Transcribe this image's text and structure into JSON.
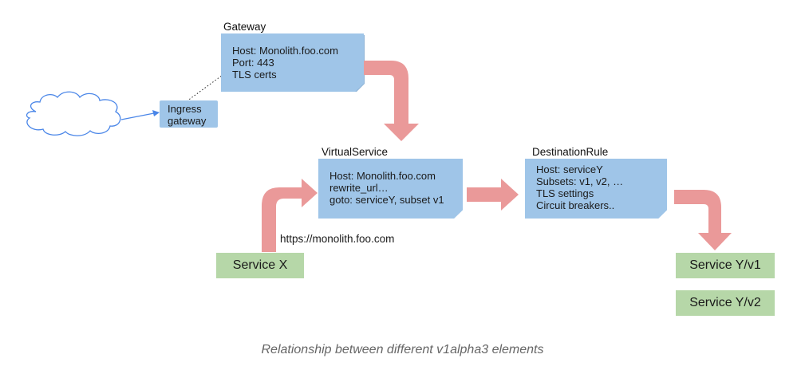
{
  "gateway": {
    "title": "Gateway",
    "lines": [
      "Host: Monolith.foo.com",
      "Port: 443",
      "TLS certs"
    ]
  },
  "ingress": {
    "lines": [
      "Ingress",
      "gateway"
    ]
  },
  "virtual_service": {
    "title": "VirtualService",
    "lines": [
      "Host: Monolith.foo.com",
      "rewrite_url…",
      "goto: serviceY, subset v1"
    ]
  },
  "destination_rule": {
    "title": "DestinationRule",
    "lines": [
      "Host: serviceY",
      "Subsets: v1, v2, …",
      "TLS settings",
      "Circuit breakers.."
    ]
  },
  "service_x": {
    "label": "Service X"
  },
  "request_url": "https://monolith.foo.com",
  "service_y_v1": {
    "label": "Service Y/v1"
  },
  "service_y_v2": {
    "label": "Service Y/v2"
  },
  "caption": "Relationship between different v1alpha3 elements",
  "colors": {
    "note_blue": "#9fc5e8",
    "service_green": "#b6d7a8",
    "arrow_pink": "#ea9999",
    "link_blue": "#4a86e8"
  }
}
